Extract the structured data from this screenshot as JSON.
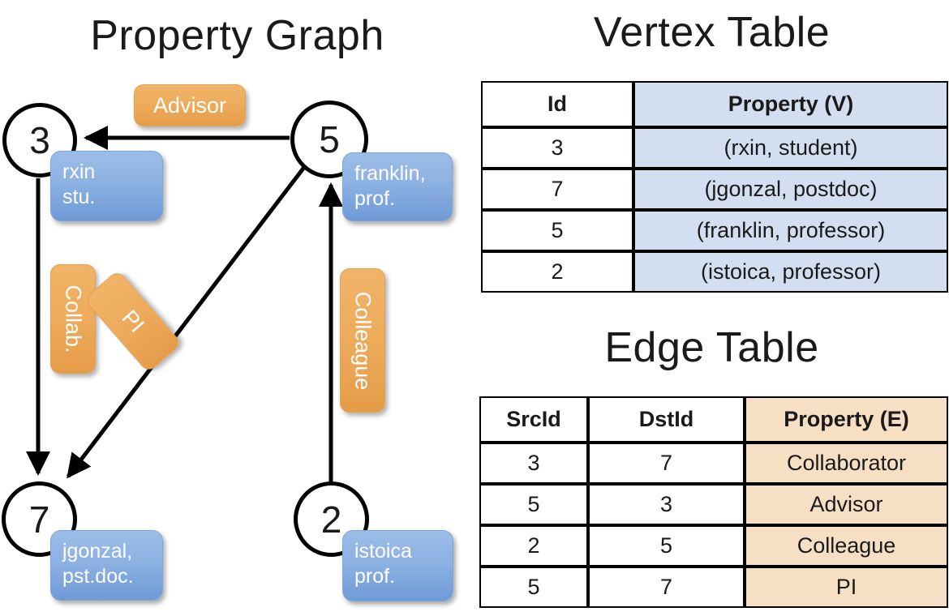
{
  "titles": {
    "property_graph": "Property Graph",
    "vertex_table": "Vertex Table",
    "edge_table": "Edge Table"
  },
  "graph": {
    "nodes": [
      {
        "id": "3",
        "property_line1": "rxin",
        "property_line2": "stu."
      },
      {
        "id": "5",
        "property_line1": "franklin,",
        "property_line2": "prof."
      },
      {
        "id": "7",
        "property_line1": "jgonzal,",
        "property_line2": "pst.doc."
      },
      {
        "id": "2",
        "property_line1": "istoica",
        "property_line2": "prof."
      }
    ],
    "edge_labels": [
      {
        "key": "advisor",
        "label": "Advisor"
      },
      {
        "key": "collab",
        "label": "Collab."
      },
      {
        "key": "pi",
        "label": "PI"
      },
      {
        "key": "colleague",
        "label": "Colleague"
      }
    ],
    "edges": [
      {
        "src": "5",
        "dst": "3",
        "label": "Advisor"
      },
      {
        "src": "3",
        "dst": "7",
        "label": "Collab."
      },
      {
        "src": "5",
        "dst": "7",
        "label": "PI"
      },
      {
        "src": "2",
        "dst": "5",
        "label": "Colleague"
      }
    ]
  },
  "vertex_table": {
    "headers": [
      "Id",
      "Property (V)"
    ],
    "rows": [
      {
        "id": "3",
        "property": "(rxin, student)"
      },
      {
        "id": "7",
        "property": "(jgonzal, postdoc)"
      },
      {
        "id": "5",
        "property": "(franklin, professor)"
      },
      {
        "id": "2",
        "property": "(istoica, professor)"
      }
    ]
  },
  "edge_table": {
    "headers": [
      "SrcId",
      "DstId",
      "Property (E)"
    ],
    "rows": [
      {
        "src": "3",
        "dst": "7",
        "property": "Collaborator"
      },
      {
        "src": "5",
        "dst": "3",
        "property": "Advisor"
      },
      {
        "src": "2",
        "dst": "5",
        "property": "Colleague"
      },
      {
        "src": "5",
        "dst": "7",
        "property": "PI"
      }
    ]
  },
  "colors": {
    "vertex_property_fill": "#8db1e2",
    "edge_property_fill": "#eeac5d",
    "vertex_table_highlight": "#d3dff0",
    "edge_table_highlight": "#f7dfc4",
    "stroke": "#000000"
  }
}
